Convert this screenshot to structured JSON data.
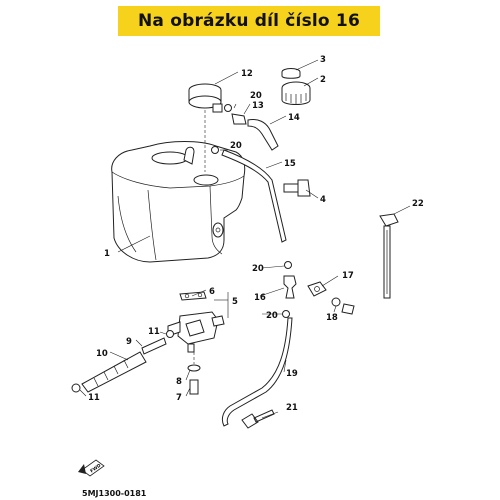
{
  "banner": {
    "text": "Na obrázku díl číslo 16",
    "color": "#f6d21c"
  },
  "labels": {
    "p1": "1",
    "p2": "2",
    "p3": "3",
    "p4": "4",
    "p5": "5",
    "p6": "6",
    "p7": "7",
    "p8": "8",
    "p9": "9",
    "p10": "10",
    "p11a": "11",
    "p11b": "11",
    "p12": "12",
    "p13": "13",
    "p14": "14",
    "p15": "15",
    "p16": "16",
    "p17": "17",
    "p18": "18",
    "p19": "19",
    "p20a": "20",
    "p20b": "20",
    "p20c": "20",
    "p20d": "20",
    "p21": "21",
    "p22": "22"
  },
  "fwd_mark": "FWD",
  "diagram_code": "5MJ1300-0181"
}
